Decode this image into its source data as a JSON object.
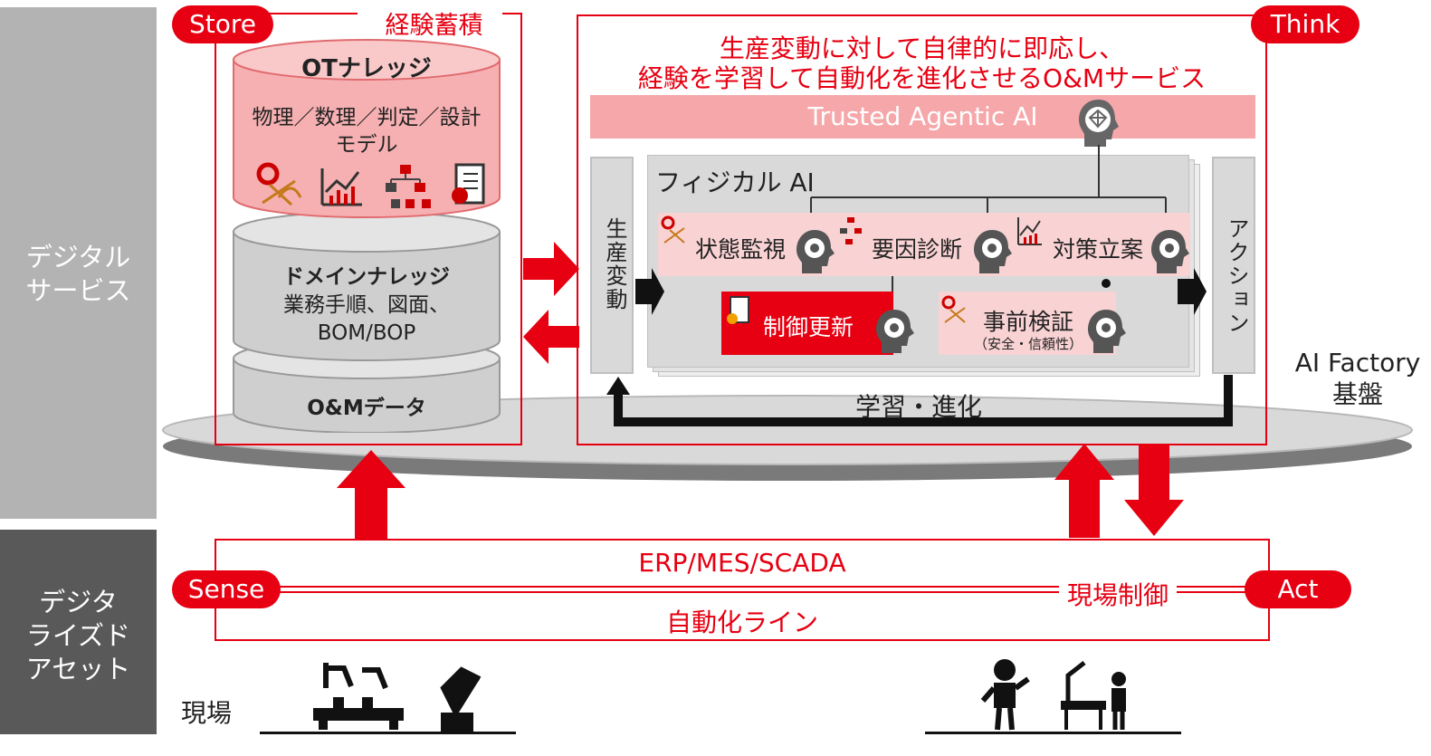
{
  "left_labels": {
    "digital_service": "デジタル\nサービス",
    "digitized_asset": "デジタ\nライズド\nアセット"
  },
  "store": {
    "badge": "Store",
    "title": "経験蓄積",
    "ot_knowledge": {
      "title": "OTナレッジ",
      "desc": "物理／数理／判定／設計\nモデル"
    },
    "domain_knowledge": {
      "title": "ドメインナレッジ",
      "desc": "業務手順、図面、\nBOM/BOP"
    },
    "om_data": "O&Mデータ"
  },
  "think": {
    "badge": "Think",
    "headline_1": "生産変動に対して自律的に即応し、",
    "headline_2": "経験を学習して自動化を進化させるO&Mサービス",
    "trusted_ai": "Trusted Agentic AI",
    "physical_ai": "フィジカル AI",
    "input_label": "生産変動",
    "output_label": "アクション",
    "tasks": {
      "monitor": "状態監視",
      "diagnose": "要因診断",
      "plan": "対策立案",
      "control": "制御更新",
      "verify": "事前検証",
      "verify_sub": "（安全・信頼性）"
    },
    "loop_label": "学習・進化"
  },
  "platform_label": "AI Factory\n基盤",
  "field_system": {
    "sense": "Sense",
    "act": "Act",
    "erp": "ERP/MES/SCADA",
    "line": "自動化ライン",
    "control": "現場制御"
  },
  "site_label": "現場",
  "colors": {
    "red": "#e60012",
    "pink": "#f9d2d3",
    "side_light": "#b3b3b3",
    "side_dark": "#595959"
  }
}
